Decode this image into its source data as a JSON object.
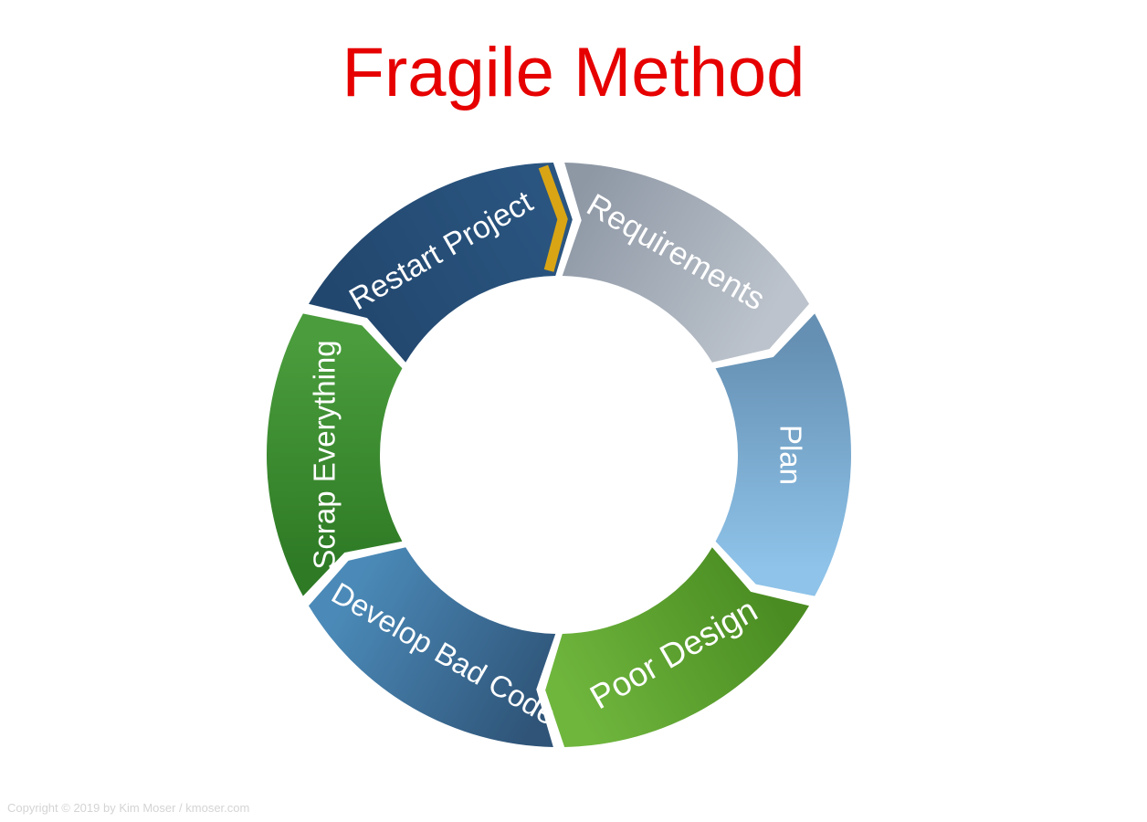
{
  "title": "Fragile Method",
  "colors": {
    "title": "#e60000",
    "separator": "#d9a514",
    "label": "#ffffff",
    "footer": "#d4d4d4"
  },
  "cycle": {
    "segments": [
      {
        "label": "Requirements",
        "color_dark": "#8e98a5",
        "color_light": "#bcc3cc"
      },
      {
        "label": "Plan",
        "color_dark": "#6590b3",
        "color_light": "#8fc3e9"
      },
      {
        "label": "Poor Design",
        "color_dark": "#4a8c22",
        "color_light": "#6fb63d"
      },
      {
        "label": "Develop Bad Code",
        "color_dark": "#2f5478",
        "color_light": "#4b8ab8"
      },
      {
        "label": "Scrap Everything",
        "color_dark": "#2e7a25",
        "color_light": "#4a9c3c"
      },
      {
        "label": "Restart Project",
        "color_dark": "#22476e",
        "color_light": "#2a5580"
      }
    ]
  },
  "footer": "Copyright © 2019 by Kim Moser / kmoser.com"
}
